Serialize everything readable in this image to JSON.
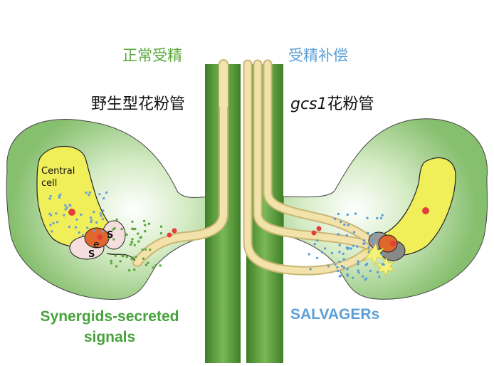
{
  "labels": {
    "left_heading": "正常受精",
    "right_heading": "受精补偿",
    "left_tube": "野生型花粉管",
    "right_tube_italic": "gcs1",
    "right_tube_rest": "花粉管",
    "central_cell_line1": "Central",
    "central_cell_line2": "cell",
    "egg_letter": "e",
    "synergid_letter": "S",
    "left_signal_line1": "Synergids-secreted",
    "left_signal_line2": "signals",
    "right_signal": "SALVAGERs"
  },
  "colors": {
    "ovule_green": "#a9d392",
    "stem_green": "#5b9d37",
    "central_yellow": "#f0ef5a",
    "pollen_tube": "#f3e2a9",
    "left_accent": "#5aa83c",
    "right_accent": "#5b9fd6",
    "nucleus_red": "#e2403a",
    "egg_orange": "#e0672b"
  }
}
